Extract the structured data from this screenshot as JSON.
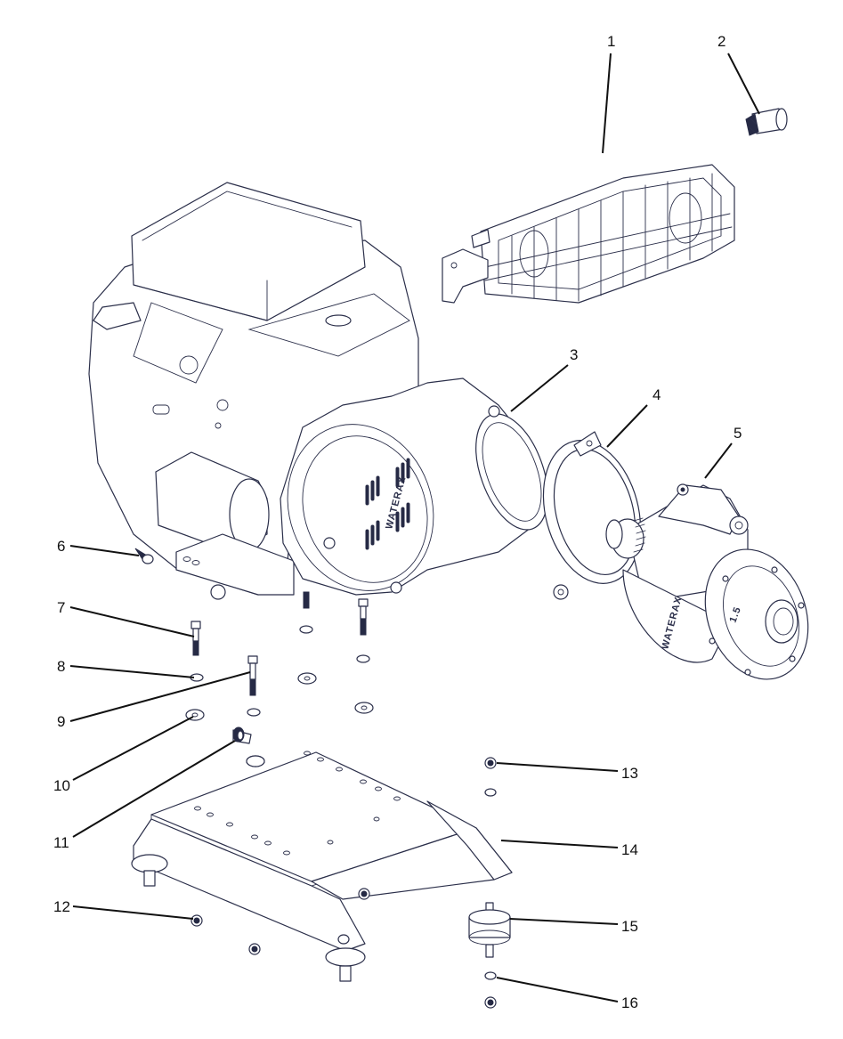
{
  "diagram": {
    "type": "exploded-parts-view",
    "brand_text": "WATERAX",
    "pump_marking": "1.5",
    "callouts": [
      {
        "number": "1",
        "part": "muffler-with-guard"
      },
      {
        "number": "2",
        "part": "spark-arrestor"
      },
      {
        "number": "3",
        "part": "engine-adapter-housing"
      },
      {
        "number": "4",
        "part": "v-band-clamp"
      },
      {
        "number": "5",
        "part": "pump-head"
      },
      {
        "number": "6",
        "part": "hose-clip"
      },
      {
        "number": "7",
        "part": "hex-bolt-short"
      },
      {
        "number": "8",
        "part": "lock-washer"
      },
      {
        "number": "9",
        "part": "hex-bolt-long"
      },
      {
        "number": "10",
        "part": "flat-washer"
      },
      {
        "number": "11",
        "part": "cable-clamp"
      },
      {
        "number": "12",
        "part": "lock-nut"
      },
      {
        "number": "13",
        "part": "lock-nut"
      },
      {
        "number": "14",
        "part": "base-frame"
      },
      {
        "number": "15",
        "part": "rubber-vibration-mount"
      },
      {
        "number": "16",
        "part": "lock-washer"
      }
    ]
  }
}
